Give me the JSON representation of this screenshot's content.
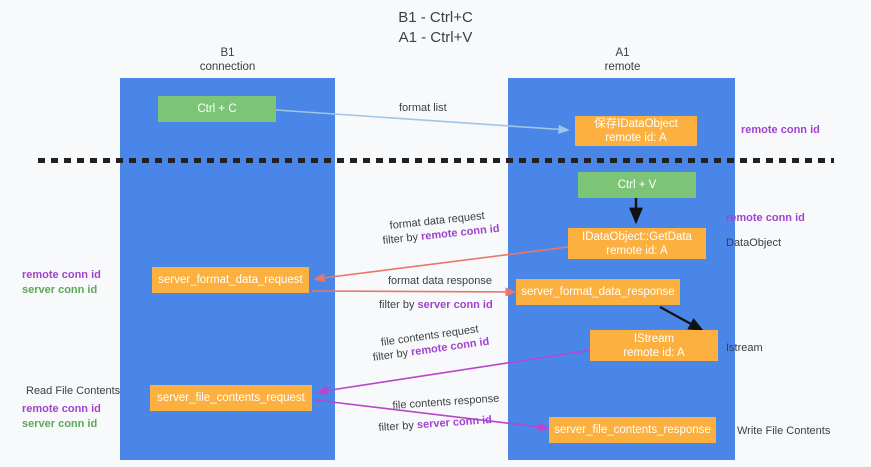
{
  "title": {
    "line1": "B1 - Ctrl+C",
    "line2": "A1 - Ctrl+V"
  },
  "columns": [
    {
      "id": "b1",
      "name": "B1",
      "sub": "connection",
      "label": "B1\nconnection"
    },
    {
      "id": "a1",
      "name": "A1",
      "sub": "remote",
      "label": "A1\nremote"
    }
  ],
  "nodes": {
    "ctrl_c": "Ctrl + C",
    "ctrl_v": "Ctrl + V",
    "save_dataobject": "保存IDataObject\nremote id: A",
    "getdata": "IDataObject::GetData\nremote id: A",
    "server_format_data_request": "server_format_data_request",
    "server_format_data_response": "server_format_data_response",
    "istream": "IStream\nremote id: A",
    "server_file_contents_request": "server_file_contents_request",
    "server_file_contents_response": "server_file_contents_response"
  },
  "edge_labels": {
    "format_list": "format list",
    "format_data_request": "format data request",
    "format_data_request_filter_prefix": "filter by ",
    "format_data_request_filter_key": "remote conn id",
    "format_data_response": "format data response",
    "format_data_response_filter_prefix": "filter by ",
    "format_data_response_filter_key": "server conn id",
    "file_contents_request": "file contents request",
    "file_contents_request_filter_prefix": "filter by ",
    "file_contents_request_filter_key": "remote conn id",
    "file_contents_response": "file contents response",
    "file_contents_response_filter_prefix": "filter by ",
    "file_contents_response_filter_key": "server conn id"
  },
  "annotations": {
    "right_remote_conn_id_top": "remote conn id",
    "right_remote_conn_id_mid": "remote conn id",
    "right_dataobject": "DataObject",
    "right_istream": "Istream",
    "right_write_file_contents": "Write File Contents",
    "left_remote_conn_id_mid": "remote conn id",
    "left_server_conn_id_mid": "server conn id",
    "left_read_file_contents": "Read File Contents",
    "left_remote_conn_id_bottom": "remote conn id",
    "left_server_conn_id_bottom": "server conn id"
  },
  "colors": {
    "column_band": "#4a86e8",
    "node_green": "#7cc576",
    "node_orange": "#fbb040",
    "accent_purple": "#a142d0",
    "accent_green": "#5aa85a",
    "arrow_red": "#e8766b",
    "arrow_lightblue": "#9fc5e8",
    "arrow_magenta": "#bb44cc",
    "arrow_black": "#111111",
    "divider": "#212121",
    "background": "#f8f9fa"
  }
}
